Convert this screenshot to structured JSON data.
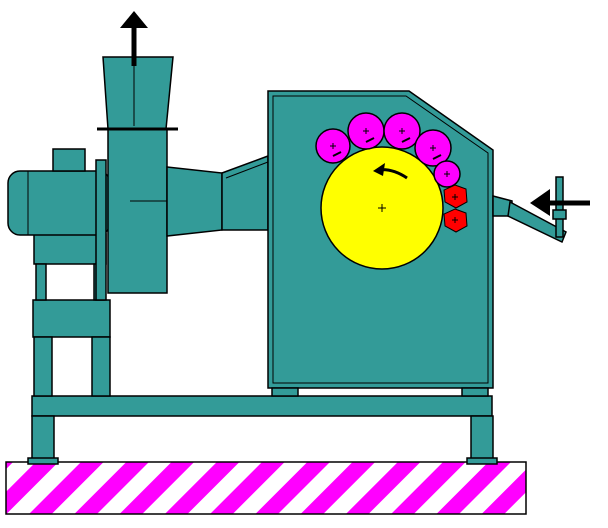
{
  "colors": {
    "background": "#ffffff",
    "machine_body": "#339b98",
    "outline": "#000000",
    "drum": "#ffff00",
    "small_rollers": "#ff00ff",
    "red_rollers": "#ff0000",
    "hatch_primary": "#ff00ff",
    "hatch_secondary": "#ffffff",
    "arrow": "#000000"
  },
  "parts": {
    "main_drum": "drum",
    "magenta_rollers": [
      {
        "id": "roller-1"
      },
      {
        "id": "roller-2"
      },
      {
        "id": "roller-3"
      },
      {
        "id": "roller-4"
      },
      {
        "id": "roller-5"
      }
    ],
    "red_rollers": [
      {
        "id": "red-roller-1"
      },
      {
        "id": "red-roller-2"
      }
    ],
    "foundation": "hatched-base"
  },
  "icons": {
    "up_arrow": "up-arrow-icon",
    "left_arrow": "left-arrow-icon",
    "rotation_arrow": "curved-arrow-icon"
  }
}
